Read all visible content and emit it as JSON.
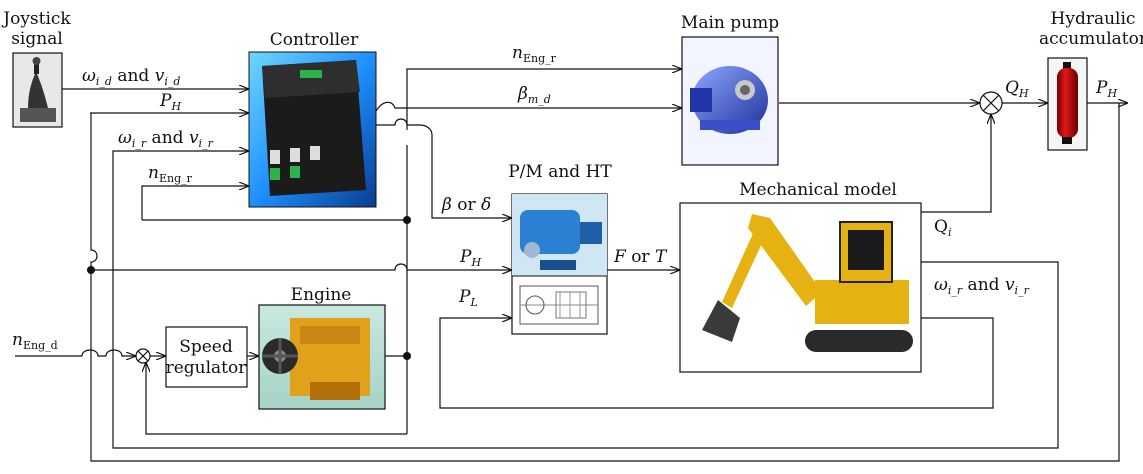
{
  "blocks": {
    "joystick": "Joystick signal",
    "joystick_line1": "Joystick",
    "joystick_line2": "signal",
    "controller": "Controller",
    "main_pump": "Main pump",
    "accumulator_line1": "Hydraulic",
    "accumulator_line2": "accumulator",
    "pm_ht": "P/M and HT",
    "mechanical_model": "Mechanical model",
    "engine": "Engine",
    "speed_regulator_line1": "Speed",
    "speed_regulator_line2": "regulator"
  },
  "signals": {
    "omega_id_v_id": {
      "w": "ω",
      "ws": "i_d",
      "and": " and ",
      "v": "v",
      "vs": "i_d"
    },
    "ph_in": {
      "base": "P",
      "sub": "H"
    },
    "omega_ir_v_ir": {
      "w": "ω",
      "ws": "i_r",
      "and": " and ",
      "v": "v",
      "vs": "i_r"
    },
    "neng_r_ctrl": {
      "base": "n",
      "sub": "Eng_r"
    },
    "neng_r_top": {
      "base": "n",
      "sub": "Eng_r"
    },
    "beta_md": {
      "base": "β",
      "sub": "m_d"
    },
    "beta_delta": {
      "b": "β",
      "or": " or ",
      "d": "δ"
    },
    "ph_mid": {
      "base": "P",
      "sub": "H"
    },
    "pl": {
      "base": "P",
      "sub": "L"
    },
    "f_or_t": {
      "f": "F",
      "or": " or ",
      "t": "T"
    },
    "qh": {
      "base": "Q",
      "sub": "H"
    },
    "ph_out": {
      "base": "P",
      "sub": "H"
    },
    "qi": {
      "base": "Q",
      "sub": "i"
    },
    "omega_ir_v_ir_out": {
      "w": "ω",
      "ws": "i_r",
      "and": " and ",
      "v": "v",
      "vs": "i_r"
    },
    "neng_d": {
      "base": "n",
      "sub": "Eng_d"
    }
  },
  "icons": [
    "joystick-icon",
    "controller-icon",
    "hydraulic-pump-icon",
    "accumulator-icon",
    "motor-icon",
    "cutaway-icon",
    "excavator-icon",
    "engine-icon",
    "summing-junction-icon"
  ]
}
